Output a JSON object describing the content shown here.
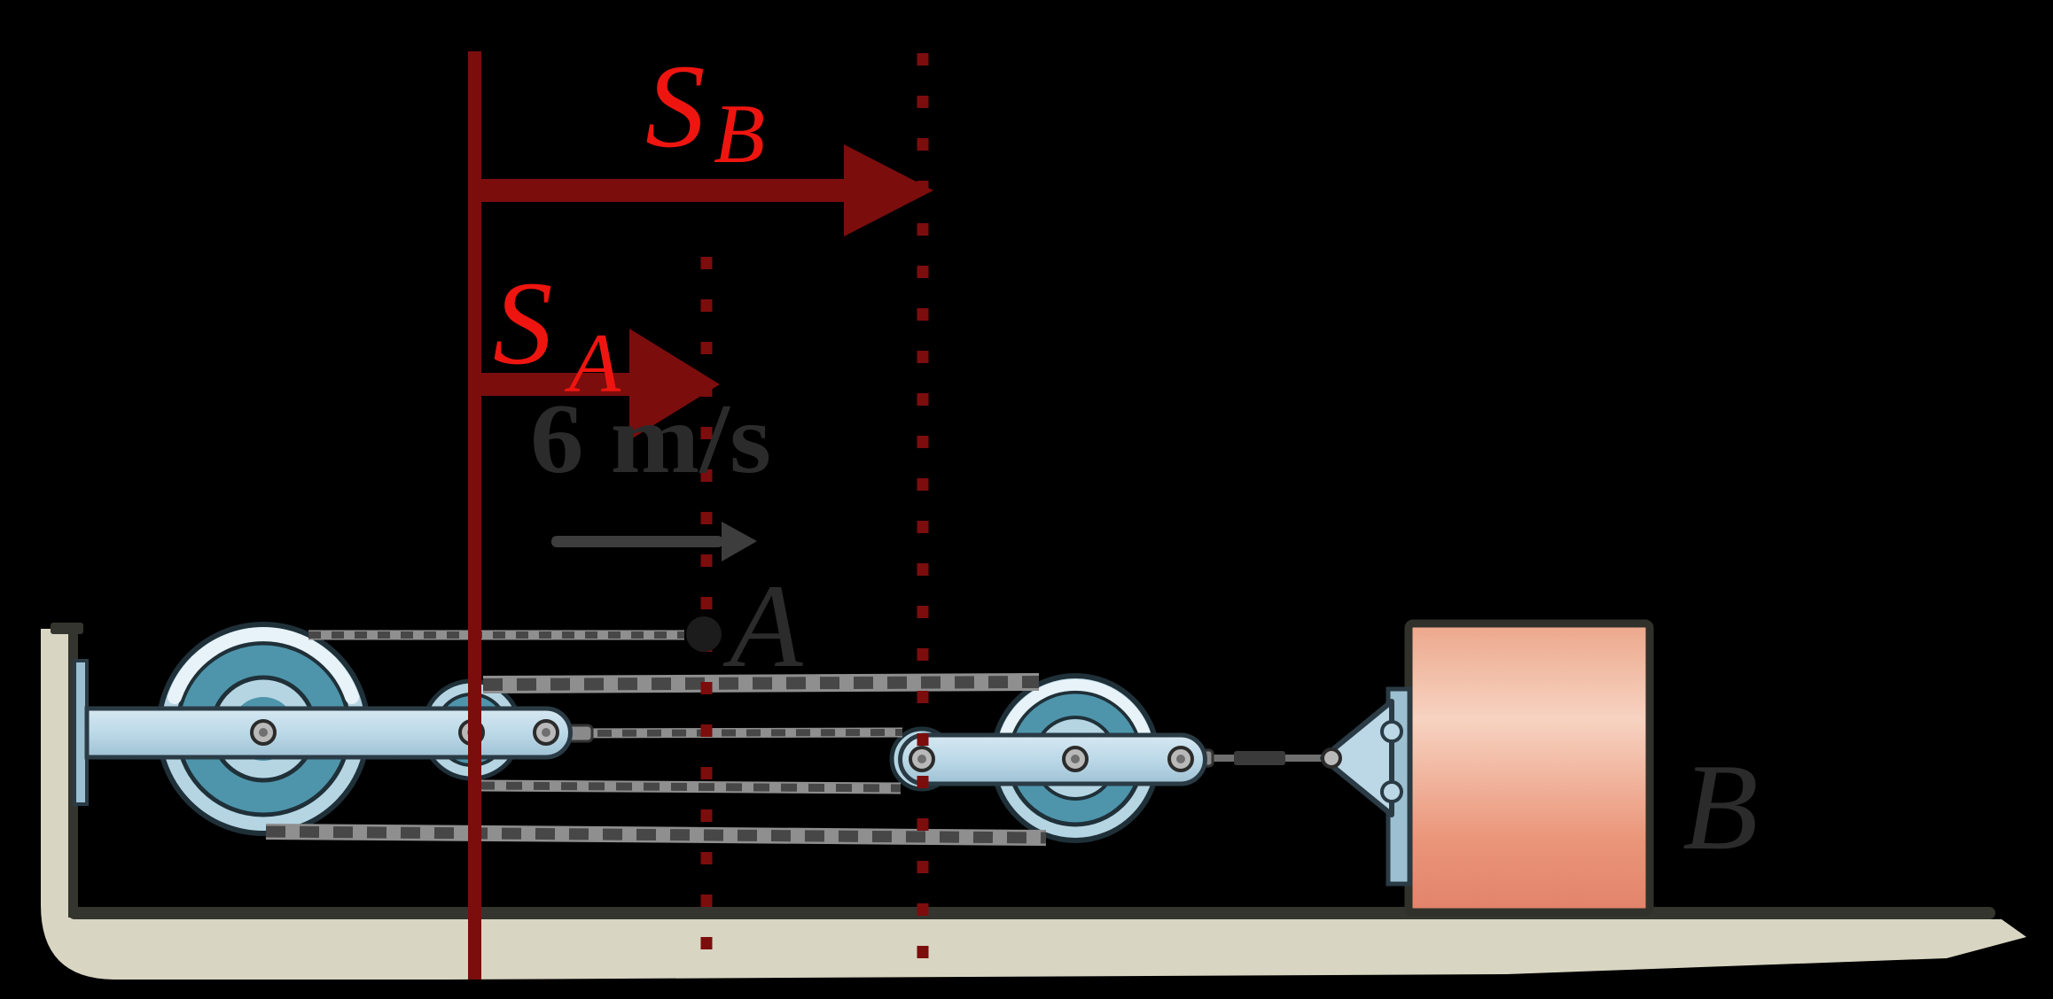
{
  "figure": {
    "background": "#000000",
    "labels": {
      "sB": {
        "main": "S",
        "sub": "B"
      },
      "sA": {
        "main": "S",
        "sub": "A"
      },
      "velocity": "6 m/s",
      "pointA": "A",
      "blockB": "B"
    },
    "colors": {
      "page_bg": "#000000",
      "maroon": "#7c0d0d",
      "label_red": "#ee1510",
      "ink": "#2b2b2b",
      "rope_base": "#8f8f8f",
      "rope_dash": "#474747",
      "rope_dark": "#3a3a3a",
      "pulley_light": "#b5d5e3",
      "pulley_teal": "#4e95ab",
      "pulley_outline": "#1f3038",
      "pulley_highlight": "#e7f3f9",
      "bar_top": "#d6e8f2",
      "bar_mid": "#bcd9e8",
      "bar_bottom": "#9fc2d4",
      "metal_outline": "#2a3b45",
      "plate_blue": "#9cc0d2",
      "clevis_blue": "#bcd8e6",
      "wall_beige": "#d8d5c2",
      "ground_line": "#35352f",
      "block_top": "#eca78b",
      "block_mid": "#f7d3c1",
      "block_low": "#ea9579",
      "block_bottom": "#e2836a",
      "block_outline": "#31312b",
      "pin_fill": "#b9b9b9",
      "pin_core": "#6f6f6f",
      "pin_ring": "#2b2b2b",
      "gray_arrow": "#3d3d3d"
    }
  }
}
